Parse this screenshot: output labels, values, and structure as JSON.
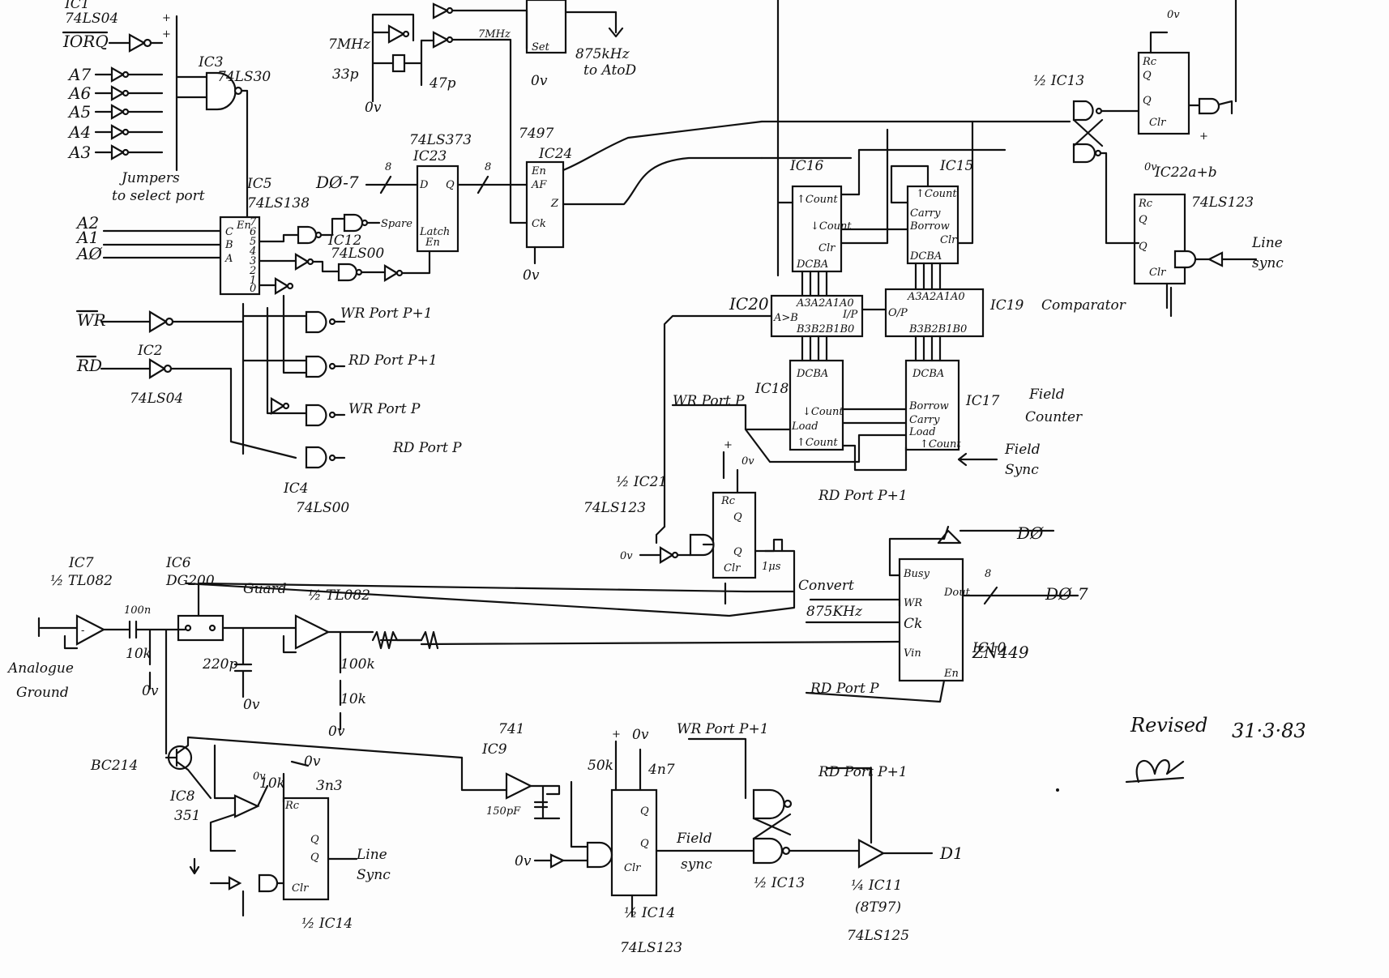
{
  "labels": {
    "ic1": "IC1",
    "p_74ls04_a": "74LS04",
    "p_74ls04_b": "74LS04",
    "ic3": "IC3",
    "p_74ls30": "74LS30",
    "ic5": "IC5",
    "p_74ls138": "74LS138",
    "ic12": "IC12",
    "p_74ls00_a": "74LS00",
    "p_74ls00_b": "74LS00",
    "ic2": "IC2",
    "ic4": "IC4",
    "p_74ls373": "74LS373",
    "ic23": "IC23",
    "p_7497": "7497",
    "ic24": "IC24",
    "ic16": "IC16",
    "ic15": "IC15",
    "ic20": "IC20",
    "ic19": "IC19",
    "ic18": "IC18",
    "ic17": "IC17",
    "half_ic13": "½ IC13",
    "ic22": "IC22a+b",
    "p_74ls123_a": "74LS123",
    "p_74ls123_b": "74LS123",
    "p_74ls123_c": "74LS123",
    "half_ic21": "½ IC21",
    "ic10": "IC10",
    "p_zn449": "ZN449",
    "ic7": "IC7",
    "p_half_tl082": "½ TL082",
    "ic6": "IC6",
    "p_dg200": "DG200",
    "ic8": "IC8",
    "p_351": "351",
    "half_ic14a": "½ IC14",
    "p_741": "741",
    "ic9": "IC9",
    "half_ic14b": "½ IC14",
    "quarter_ic11": "¼ IC11",
    "p_8t97": "(8T97)",
    "p_74ls125": "74LS125"
  },
  "signals": {
    "iorq": "IORQ",
    "plus": "+",
    "a7": "A7",
    "a6": "A6",
    "a5": "A5",
    "a4": "A4",
    "a3": "A3",
    "a2": "A2",
    "a1": "A1",
    "a0": "AØ",
    "wr": "WR",
    "rd": "RD",
    "wr_port_p1": "WR Port P+1",
    "rd_port_p1": "RD Port P+1",
    "wr_port_p": "WR Port P",
    "rd_port_p": "RD Port P",
    "zero_v": "0v",
    "d0_7": "DØ-7",
    "eight": "8",
    "convert": "Convert",
    "khz_875": "875KHz",
    "d0": "DØ",
    "d1": "D1",
    "minus": "-"
  },
  "pins": {
    "en": "En",
    "c": "C",
    "b": "B",
    "a": "A",
    "o7": "7",
    "o6": "6",
    "o5": "5",
    "o4": "4",
    "o3": "3",
    "o2": "2",
    "o1": "1",
    "o0": "0",
    "d": "D",
    "q": "Q",
    "latch": "Latch",
    "set": "Set",
    "af": "AF",
    "z": "Z",
    "ck": "Ck",
    "up_count": "↑Count",
    "down_count": "↓Count",
    "clr": "Clr",
    "dcba": "DCBA",
    "carry": "Carry",
    "borrow": "Borrow",
    "load": "Load",
    "a3a0": "A3A2A1A0",
    "b3b0": "B3B2B1B0",
    "agtb": "A>B",
    "ip": "I/P",
    "op": "O/P",
    "rc": "Rc",
    "busy": "Busy",
    "dout": "Dout",
    "wr": "WR",
    "vin": "Vin"
  },
  "components": {
    "xtal": "7MHz",
    "c33p": "33p",
    "c47p": "47p",
    "mhz_tag": "7MHz",
    "c100n": "100n",
    "r10k": "10k",
    "c220p": "220p",
    "r100k": "100k",
    "bc214": "BC214",
    "c3n3": "3n3",
    "c150p": "150pF",
    "r50k": "50k",
    "c4n7": "4n7"
  },
  "notes": {
    "jumpers_1": "Jumpers",
    "jumpers_2": "to select port",
    "spare": "Spare",
    "khz_875": "875kHz",
    "to_atod": "to AtoD",
    "comparator": "Comparator",
    "field_1": "Field",
    "field_2": "Counter",
    "field": "Field",
    "sync": "Sync",
    "sync_lc": "sync",
    "line": "Line",
    "one_us": "1μs",
    "guard": "Guard",
    "analogue": "Analogue",
    "ground": "Ground"
  },
  "revision": {
    "label": "Revised",
    "date": "31·3·83"
  }
}
